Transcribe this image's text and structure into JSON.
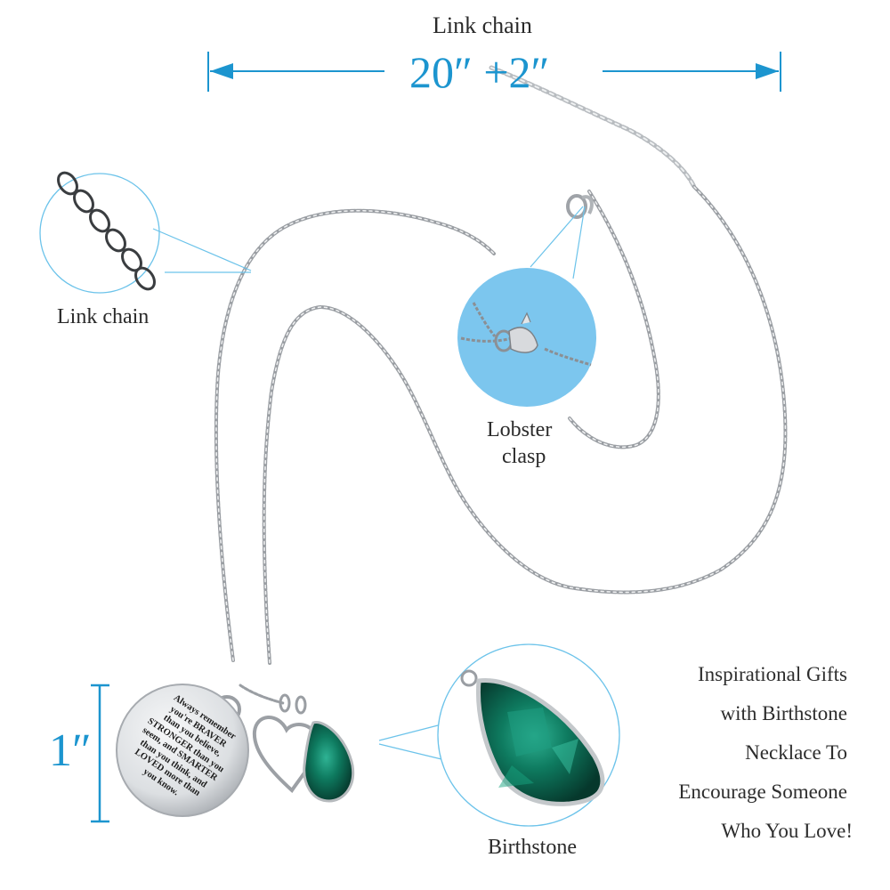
{
  "top_dimension": {
    "label": "Link chain",
    "length_text": "20″ +2″",
    "arrow_color": "#1c95cf"
  },
  "callouts": {
    "link_chain": {
      "label": "Link chain",
      "icon": "chain-closeup"
    },
    "lobster_clasp": {
      "line1": "Lobster",
      "line2": "clasp",
      "icon": "clasp-closeup",
      "bg_color": "#7cc6ee"
    },
    "birthstone": {
      "label": "Birthstone",
      "icon": "gem-closeup",
      "gem_color": "#0f6e57"
    }
  },
  "side_dimension": {
    "length_text": "1″",
    "color": "#1c95cf"
  },
  "pendant_engraving": {
    "lines": [
      "Always remember",
      "you're BRAVER",
      "than you believe,",
      "STRONGER than you",
      "seem, and SMARTER",
      "than you think, and",
      "LOVED more than",
      "you know."
    ]
  },
  "tagline": {
    "lines": [
      "Inspirational Gifts",
      "with Birthstone",
      "Necklace To",
      "Encourage Someone",
      "Who You Love!"
    ]
  },
  "colors": {
    "accent_blue": "#1c95cf",
    "callout_line": "#6cc3ea",
    "chain_silver": "#9a9ea3",
    "gem_green": "#0f6e57"
  }
}
